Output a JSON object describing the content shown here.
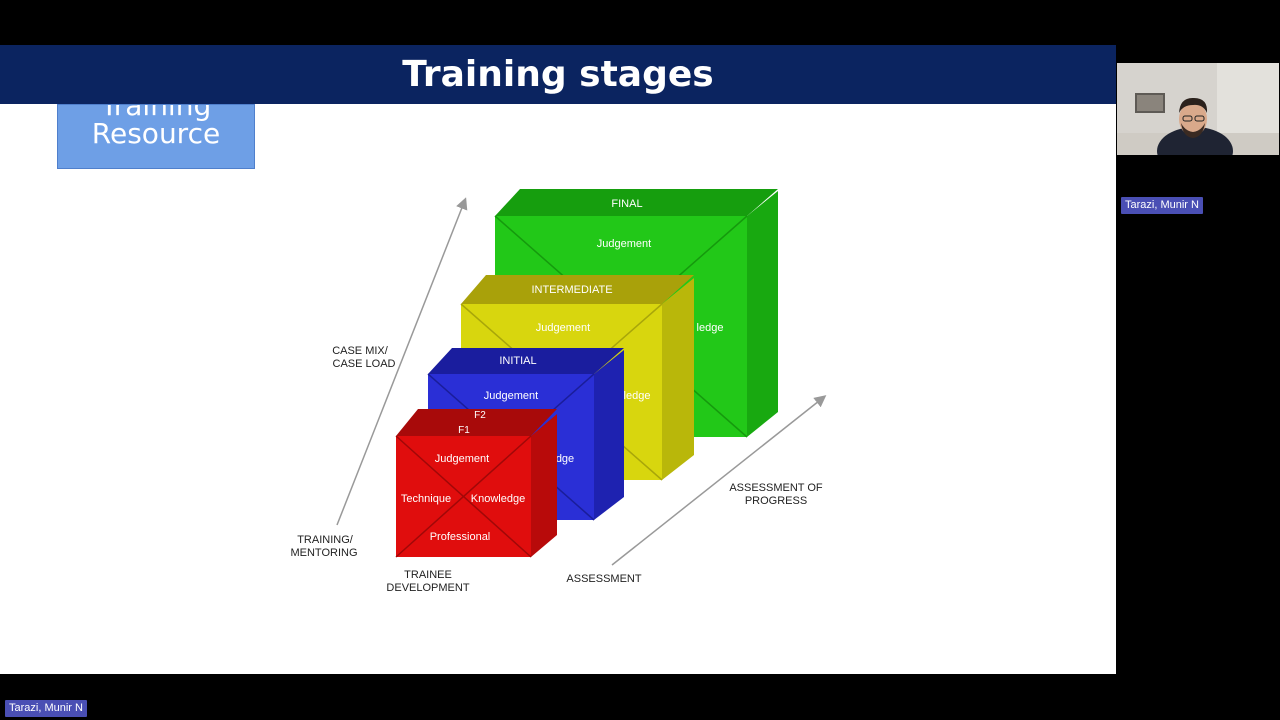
{
  "slide": {
    "title": "Training stages",
    "logo": {
      "line1": "Training",
      "line2": "Resource"
    }
  },
  "diagram": {
    "stages": {
      "final": {
        "label": "FINAL",
        "judgement": "Judgement",
        "side_text": "ledge",
        "color": "#22c818"
      },
      "intermediate": {
        "label": "INTERMEDIATE",
        "judgement": "Judgement",
        "side_text": "ledge",
        "color": "#d8d60e"
      },
      "initial": {
        "label": "INITIAL",
        "judgement": "Judgement",
        "side_text": "dge",
        "color": "#2a2fd6"
      },
      "foundation": {
        "label_f2": "F2",
        "label_f1": "F1",
        "judgement": "Judgement",
        "technique": "Technique",
        "knowledge": "Knowledge",
        "professional": "Professional",
        "color": "#e00d0d"
      }
    },
    "axis_labels": {
      "case_mix_1": "CASE MIX/",
      "case_mix_2": "CASE LOAD",
      "training_1": "TRAINING/",
      "training_2": "MENTORING",
      "trainee_1": "TRAINEE",
      "trainee_2": "DEVELOPMENT",
      "assessment": "ASSESSMENT",
      "progress_1": "ASSESSMENT OF",
      "progress_2": "PROGRESS"
    }
  },
  "participants": {
    "active_speaker_name": "Tarazi, Munir N",
    "self_name": "Tarazi, Munir N"
  }
}
